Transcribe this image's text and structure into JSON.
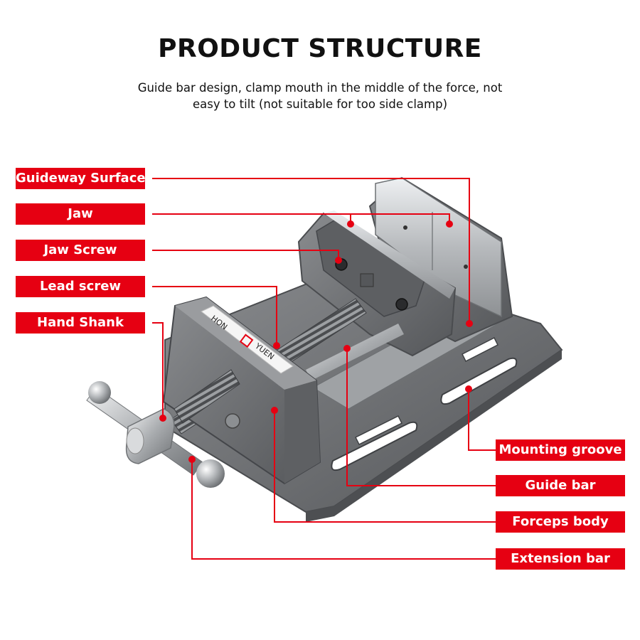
{
  "header": {
    "title": "PRODUCT STRUCTURE",
    "subtitle_line1": "Guide bar design, clamp mouth in the middle of the force, not",
    "subtitle_line2": "easy to tilt (not suitable for too side clamp)"
  },
  "brand": {
    "left_text": "HON",
    "right_text": "YUEN"
  },
  "labels": {
    "guideway_surface": "Guideway Surface",
    "jaw": "Jaw",
    "jaw_screw": "Jaw Screw",
    "lead_screw": "Lead screw",
    "hand_shank": "Hand Shank",
    "mounting_groove": "Mounting groove",
    "guide_bar": "Guide bar",
    "forceps_body": "Forceps body",
    "extension_bar": "Extension bar"
  },
  "colors": {
    "accent_red": "#e60012",
    "vise_body": "#6b6d70",
    "steel": "#c9cccf"
  }
}
